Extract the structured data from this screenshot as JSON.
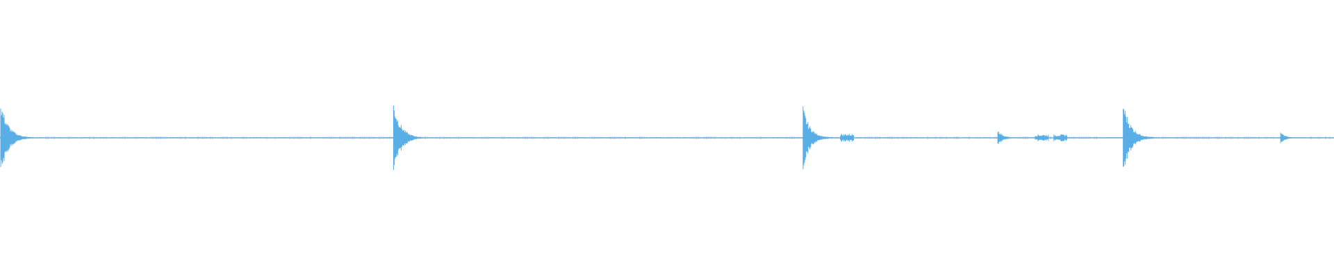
{
  "waveform": {
    "color": "#5aaee6",
    "background": "#ffffff",
    "transients": [
      {
        "time_fraction": 0.0,
        "amplitude": 0.58
      },
      {
        "time_fraction": 0.295,
        "amplitude": 0.56
      },
      {
        "time_fraction": 0.602,
        "amplitude": 0.49
      },
      {
        "time_fraction": 0.748,
        "amplitude": 0.13
      },
      {
        "time_fraction": 0.842,
        "amplitude": 0.58
      },
      {
        "time_fraction": 0.96,
        "amplitude": 0.09
      }
    ]
  }
}
